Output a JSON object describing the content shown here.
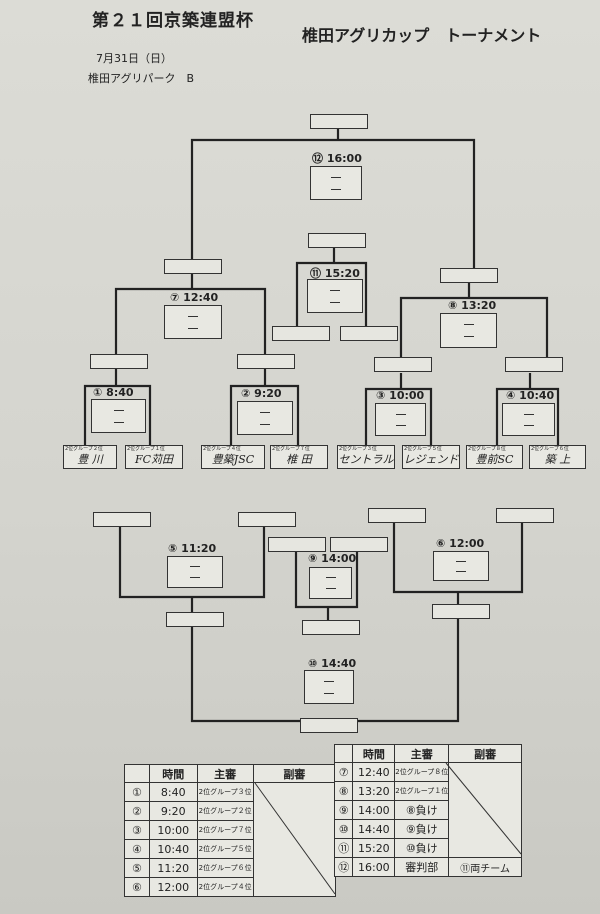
{
  "header": {
    "title": "第２１回京築連盟杯",
    "subtitle": "椎田アグリカップ　トーナメント",
    "date": "7月31日（日）",
    "venue": "椎田アグリパーク　B"
  },
  "matches": [
    {
      "no": "①",
      "time": "8:40"
    },
    {
      "no": "②",
      "time": "9:20"
    },
    {
      "no": "③",
      "time": "10:00"
    },
    {
      "no": "④",
      "time": "10:40"
    },
    {
      "no": "⑤",
      "time": "11:20"
    },
    {
      "no": "⑥",
      "time": "12:00"
    },
    {
      "no": "⑦",
      "time": "12:40"
    },
    {
      "no": "⑧",
      "time": "13:20"
    },
    {
      "no": "⑨",
      "time": "14:00"
    },
    {
      "no": "⑩",
      "time": "14:40"
    },
    {
      "no": "⑪",
      "time": "15:20"
    },
    {
      "no": "⑫",
      "time": "16:00"
    }
  ],
  "dash": "－",
  "teams": [
    {
      "group": "2位グループ２位",
      "name": "豊 川"
    },
    {
      "group": "2位グループ１位",
      "name": "FC苅田"
    },
    {
      "group": "2位グループ４位",
      "name": "豊築JSC"
    },
    {
      "group": "2位グループ７位",
      "name": "椎 田"
    },
    {
      "group": "2位グループ３位",
      "name": "セントラル"
    },
    {
      "group": "2位グループ５位",
      "name": "レジェンド"
    },
    {
      "group": "2位グループ８位",
      "name": "豊前SC"
    },
    {
      "group": "2位グループ６位",
      "name": "築 上"
    }
  ],
  "schedule_left": {
    "headers": [
      "",
      "時間",
      "主審",
      "副審"
    ],
    "rows": [
      {
        "no": "①",
        "time": "8:40",
        "referee": "2位グループ３位"
      },
      {
        "no": "②",
        "time": "9:20",
        "referee": "2位グループ２位"
      },
      {
        "no": "③",
        "time": "10:00",
        "referee": "2位グループ７位"
      },
      {
        "no": "④",
        "time": "10:40",
        "referee": "2位グループ５位"
      },
      {
        "no": "⑤",
        "time": "11:20",
        "referee": "2位グループ６位"
      },
      {
        "no": "⑥",
        "time": "12:00",
        "referee": "2位グループ４位"
      }
    ]
  },
  "schedule_right": {
    "headers": [
      "",
      "時間",
      "主審",
      "副審"
    ],
    "rows": [
      {
        "no": "⑦",
        "time": "12:40",
        "referee": "2位グループ８位"
      },
      {
        "no": "⑧",
        "time": "13:20",
        "referee": "2位グループ１位"
      },
      {
        "no": "⑨",
        "time": "14:00",
        "referee": "⑧負け"
      },
      {
        "no": "⑩",
        "time": "14:40",
        "referee": "⑨負け"
      },
      {
        "no": "⑪",
        "time": "15:20",
        "referee": "⑩負け"
      },
      {
        "no": "⑫",
        "time": "16:00",
        "referee": "審判部"
      }
    ],
    "assistant_note": "⑪両チーム"
  }
}
